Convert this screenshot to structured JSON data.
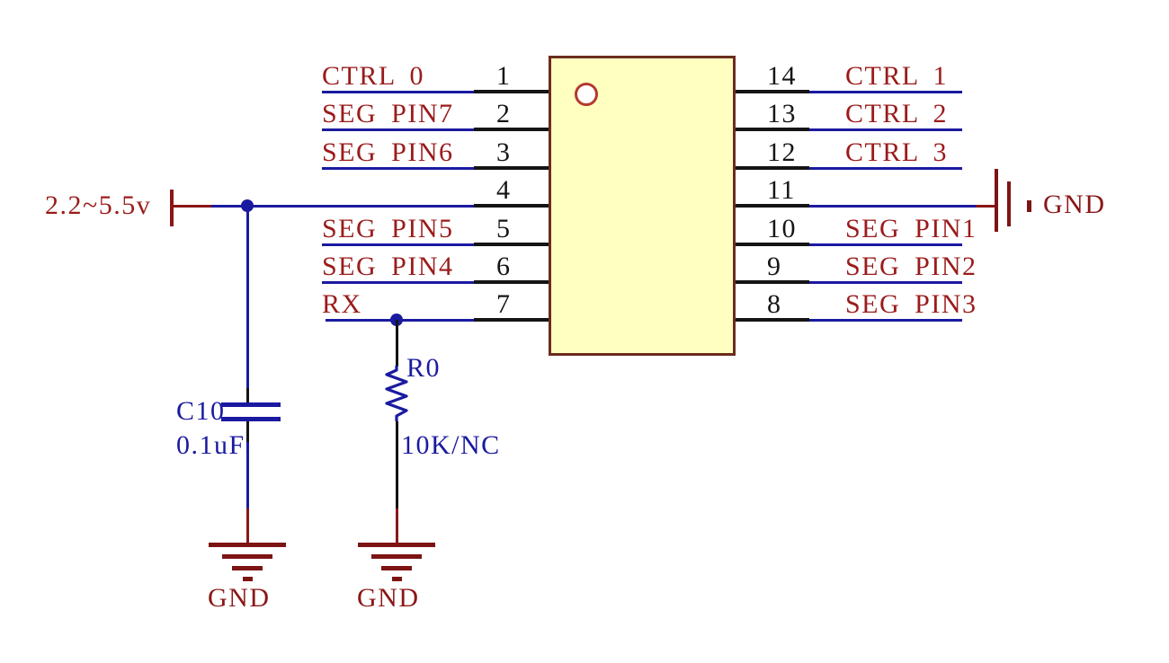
{
  "diagram_type": "circuit-schematic",
  "power": {
    "label": "2.2~5.5v"
  },
  "ic": {
    "left_pins": [
      {
        "num": "1",
        "net": "CTRL 0"
      },
      {
        "num": "2",
        "net": "SEG PIN7"
      },
      {
        "num": "3",
        "net": "SEG PIN6"
      },
      {
        "num": "4",
        "net": ""
      },
      {
        "num": "5",
        "net": "SEG PIN5"
      },
      {
        "num": "6",
        "net": "SEG PIN4"
      },
      {
        "num": "7",
        "net": "RX"
      }
    ],
    "right_pins": [
      {
        "num": "14",
        "net": "CTRL 1"
      },
      {
        "num": "13",
        "net": "CTRL 2"
      },
      {
        "num": "12",
        "net": "CTRL 3"
      },
      {
        "num": "11",
        "net": ""
      },
      {
        "num": "10",
        "net": "SEG PIN1"
      },
      {
        "num": "9",
        "net": "SEG PIN2"
      },
      {
        "num": "8",
        "net": "SEG PIN3"
      }
    ]
  },
  "capacitor": {
    "ref": "C10",
    "value": "0.1uF"
  },
  "resistor": {
    "ref": "R0",
    "value": "10K/NC"
  },
  "ground_labels": {
    "cap": "GND",
    "res": "GND",
    "right": "GND"
  },
  "colors": {
    "wire": "#1a1aa0",
    "net_label": "#9b1b1b",
    "pin_number": "#151515",
    "ic_fill": "#ffffc0",
    "ic_border": "#6b2c1e",
    "ground_symbol": "#7d1414",
    "component_text": "#1a1aa0"
  }
}
